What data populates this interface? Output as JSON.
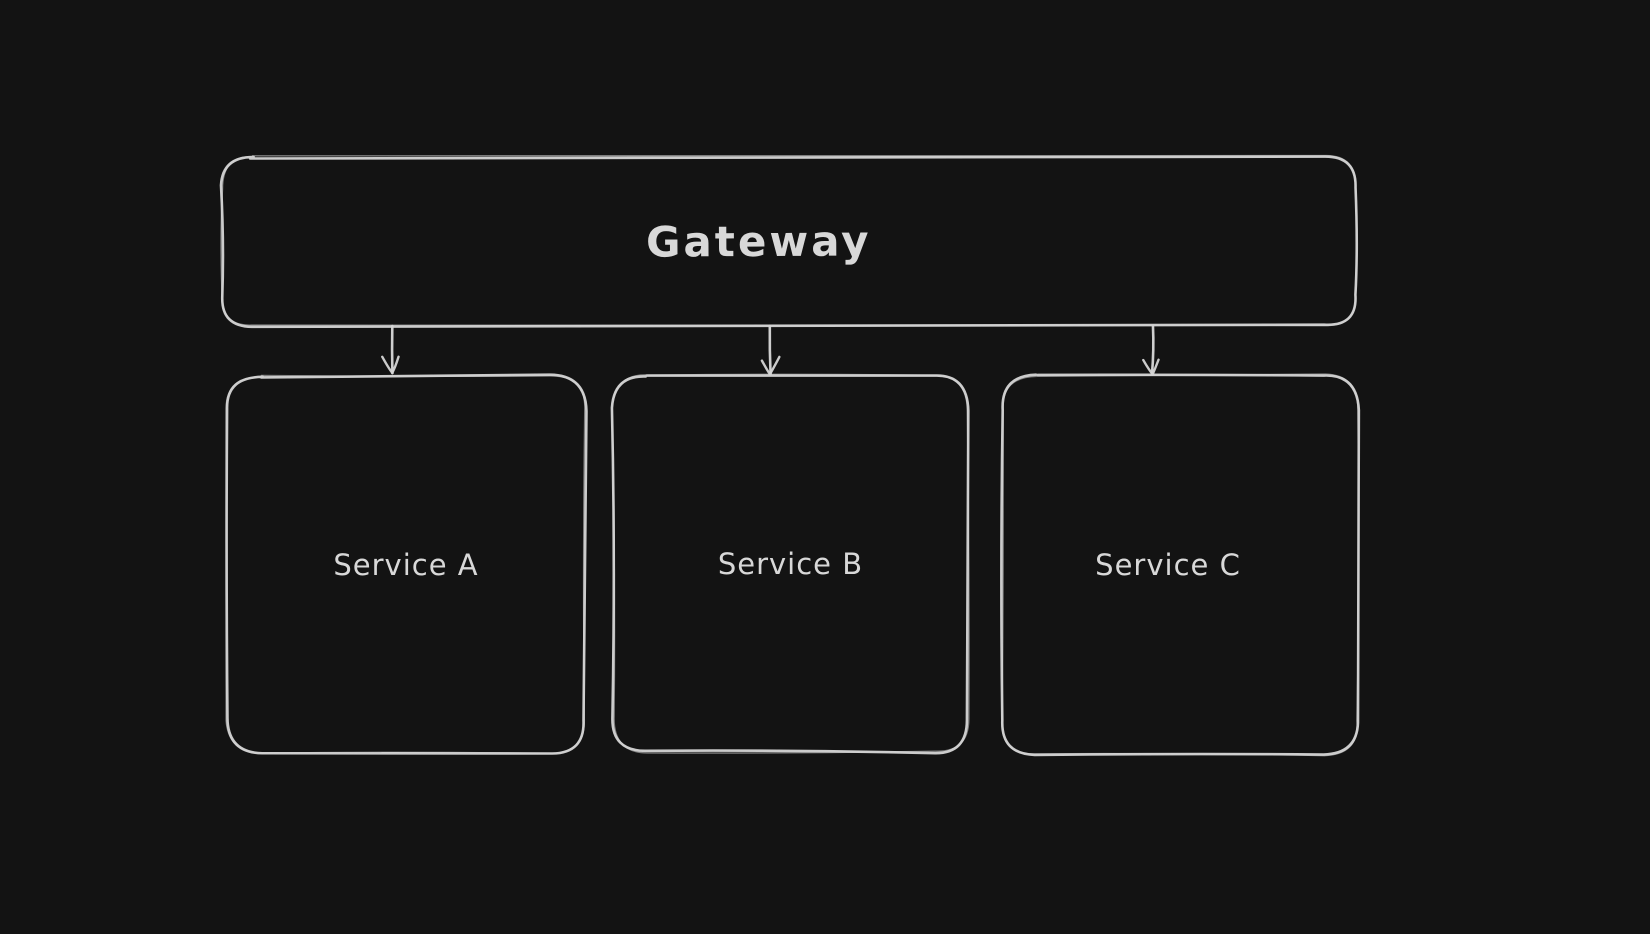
{
  "canvas": {
    "background_color": "#131313",
    "stroke_color": "#d5d5d5",
    "text_color": "#d8d8d8",
    "style": "hand-drawn"
  },
  "diagram": {
    "type": "architecture-flowchart",
    "nodes": [
      {
        "id": "gateway",
        "label": "Gateway",
        "shape": "rounded-rectangle"
      },
      {
        "id": "service-a",
        "label": "Service A",
        "shape": "rounded-rectangle"
      },
      {
        "id": "service-b",
        "label": "Service B",
        "shape": "rounded-rectangle"
      },
      {
        "id": "service-c",
        "label": "Service C",
        "shape": "rounded-rectangle"
      }
    ],
    "edges": [
      {
        "from": "gateway",
        "to": "service-a",
        "direction": "down",
        "style": "arrow"
      },
      {
        "from": "gateway",
        "to": "service-b",
        "direction": "down",
        "style": "arrow"
      },
      {
        "from": "gateway",
        "to": "service-c",
        "direction": "down",
        "style": "arrow"
      }
    ]
  }
}
